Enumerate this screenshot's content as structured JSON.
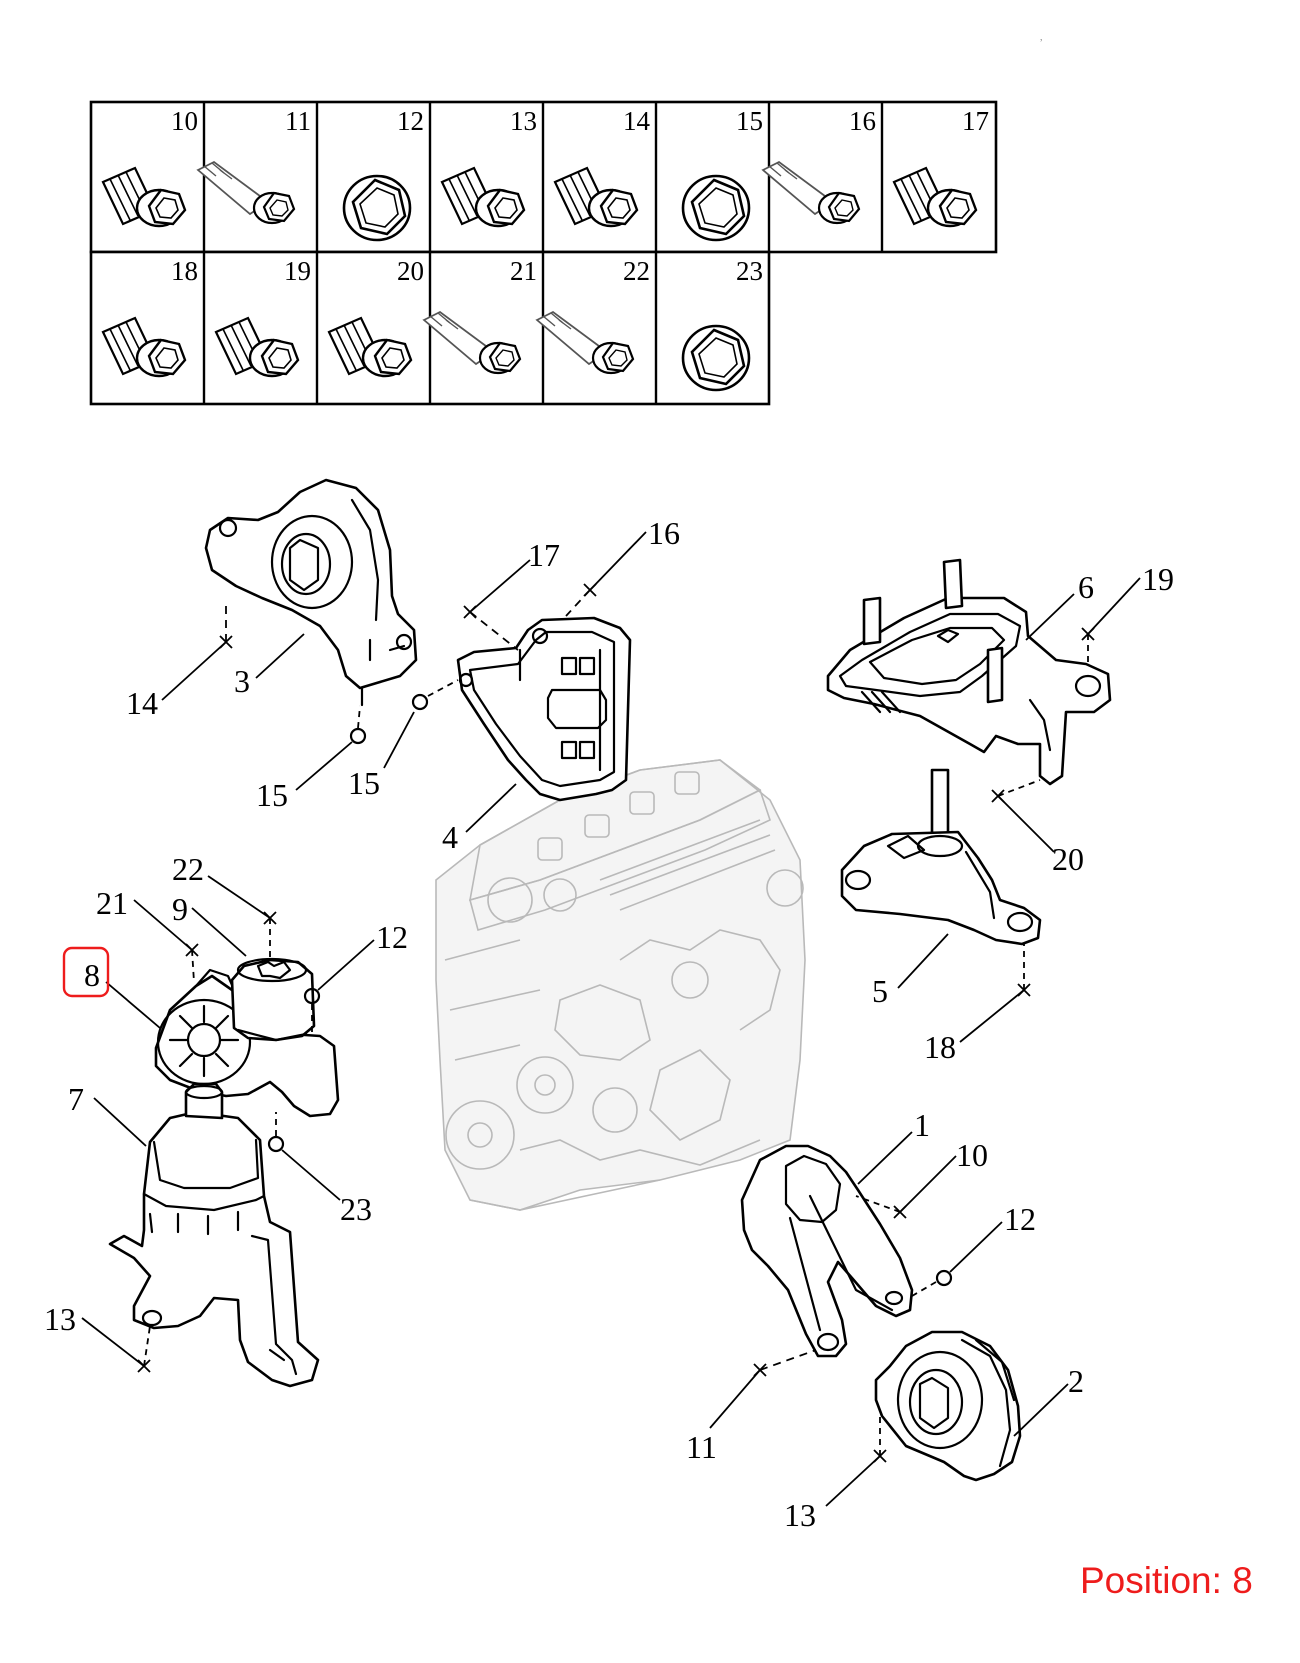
{
  "fastener_table": {
    "row1": [
      "10",
      "11",
      "12",
      "13",
      "14",
      "15",
      "16",
      "17"
    ],
    "row2": [
      "18",
      "19",
      "20",
      "21",
      "22",
      "23"
    ],
    "types": {
      "10": "bolt",
      "11": "long-bolt",
      "12": "nut",
      "13": "bolt",
      "14": "bolt",
      "15": "nut",
      "16": "long-bolt",
      "17": "bolt",
      "18": "bolt",
      "19": "bolt",
      "20": "bolt",
      "21": "long-bolt",
      "22": "long-bolt",
      "23": "nut"
    }
  },
  "callouts": {
    "c1": "1",
    "c2": "2",
    "c3": "3",
    "c4": "4",
    "c5": "5",
    "c6": "6",
    "c7": "7",
    "c8": "8",
    "c9": "9",
    "c10": "10",
    "c11": "11",
    "c12a": "12",
    "c12b": "12",
    "c13a": "13",
    "c13b": "13",
    "c14": "14",
    "c15a": "15",
    "c15b": "15",
    "c16": "16",
    "c17": "17",
    "c18": "18",
    "c19": "19",
    "c20": "20",
    "c21": "21",
    "c22": "22",
    "c23": "23"
  },
  "highlight": {
    "callout": "8",
    "color": "#ee1c1c"
  },
  "position_label": "Position: 8",
  "colors": {
    "line": "#000000",
    "ghost": "#b9b9b9",
    "highlight": "#ee1c1c"
  }
}
